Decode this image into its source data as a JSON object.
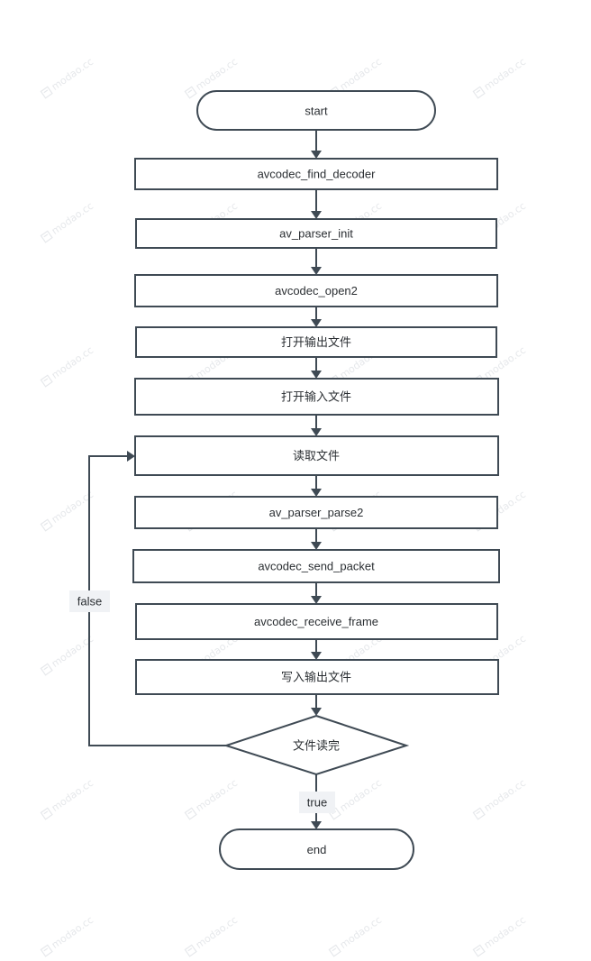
{
  "watermark": "modao.cc",
  "nodes": {
    "start": "start",
    "find_decoder": "avcodec_find_decoder",
    "parser_init": "av_parser_init",
    "open2": "avcodec_open2",
    "open_output": "打开输出文件",
    "open_input": "打开输入文件",
    "read_file": "读取文件",
    "parser_parse2": "av_parser_parse2",
    "send_packet": "avcodec_send_packet",
    "receive_frame": "avcodec_receive_frame",
    "write_output": "写入输出文件",
    "file_done": "文件读完",
    "end": "end"
  },
  "edges": {
    "false_label": "false",
    "true_label": "true"
  }
}
